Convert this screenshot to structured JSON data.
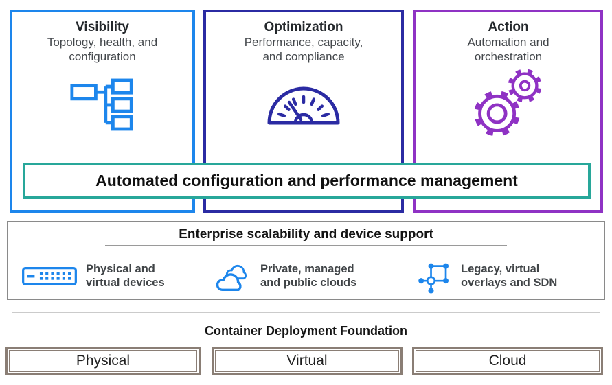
{
  "pillars": [
    {
      "title": "Visibility",
      "subtitle_line1": "Topology, health, and",
      "subtitle_line2": "configuration",
      "border_color": "#1d86ec",
      "icon": "topology-icon"
    },
    {
      "title": "Optimization",
      "subtitle_line1": "Performance, capacity,",
      "subtitle_line2": "and compliance",
      "border_color": "#2b2ba3",
      "icon": "gauge-icon"
    },
    {
      "title": "Action",
      "subtitle_line1": "Automation and",
      "subtitle_line2": "orchestration",
      "border_color": "#8f32c4",
      "icon": "gears-icon"
    }
  ],
  "banner": {
    "label": "Automated configuration and performance management",
    "border_color": "#28a79a"
  },
  "scalability": {
    "title": "Enterprise scalability and device support",
    "border_color": "#8a8a8a",
    "items": [
      {
        "icon": "network-switch-icon",
        "line1": "Physical and",
        "line2": "virtual devices"
      },
      {
        "icon": "cloud-icon",
        "line1": "Private, managed",
        "line2": "and public clouds"
      },
      {
        "icon": "sdn-network-icon",
        "line1": "Legacy, virtual",
        "line2": "overlays and SDN"
      }
    ]
  },
  "foundation": {
    "title": "Container Deployment Foundation",
    "border_color": "#8a7e75",
    "boxes": [
      {
        "label": "Physical"
      },
      {
        "label": "Virtual"
      },
      {
        "label": "Cloud"
      }
    ]
  },
  "accent_colors": {
    "blue": "#1d86ec",
    "indigo": "#2b2ba3",
    "purple": "#8f32c4",
    "teal": "#28a79a",
    "frame_gray": "#8a8a8a",
    "frame_taupe": "#8a7e75"
  }
}
